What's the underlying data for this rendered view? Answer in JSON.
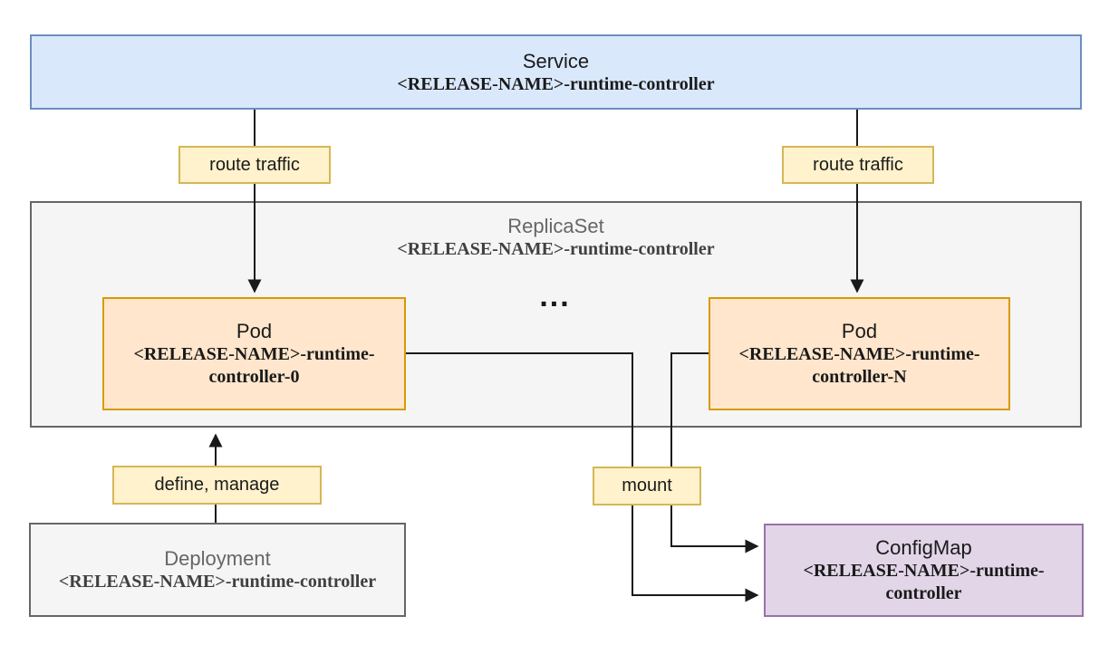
{
  "diagram": {
    "background": "#ffffff",
    "arrow_color": "#1a1a1a",
    "label_style": {
      "fill": "#fff2cc",
      "stroke": "#d6b656",
      "text_color": "#1a1a1a"
    },
    "ellipsis": "..."
  },
  "nodes": {
    "service": {
      "title": "Service",
      "subtitle": "<RELEASE-NAME>-runtime-controller",
      "fill": "#dae8fc",
      "stroke": "#6c8ebf",
      "title_color": "#1a1a1a",
      "subtitle_color": "#1a1a1a"
    },
    "replicaset": {
      "title": "ReplicaSet",
      "subtitle": "<RELEASE-NAME>-runtime-controller",
      "fill": "#f5f5f5",
      "stroke": "#666666",
      "title_color": "#666666",
      "subtitle_color": "#404040"
    },
    "pod_0": {
      "title": "Pod",
      "subtitle": "<RELEASE-NAME>-runtime-controller-0",
      "fill": "#ffe6cc",
      "stroke": "#d79b00",
      "title_color": "#1a1a1a",
      "subtitle_color": "#1a1a1a"
    },
    "pod_n": {
      "title": "Pod",
      "subtitle": "<RELEASE-NAME>-runtime-controller-N",
      "fill": "#ffe6cc",
      "stroke": "#d79b00",
      "title_color": "#1a1a1a",
      "subtitle_color": "#1a1a1a"
    },
    "deployment": {
      "title": "Deployment",
      "subtitle": "<RELEASE-NAME>-runtime-controller",
      "fill": "#f5f5f5",
      "stroke": "#666666",
      "title_color": "#666666",
      "subtitle_color": "#404040"
    },
    "configmap": {
      "title": "ConfigMap",
      "subtitle": "<RELEASE-NAME>-runtime-controller",
      "fill": "#e1d5e7",
      "stroke": "#9673a6",
      "title_color": "#1a1a1a",
      "subtitle_color": "#1a1a1a"
    }
  },
  "edge_labels": {
    "route_traffic_left": "route traffic",
    "route_traffic_right": "route traffic",
    "define_manage": "define, manage",
    "mount": "mount"
  }
}
